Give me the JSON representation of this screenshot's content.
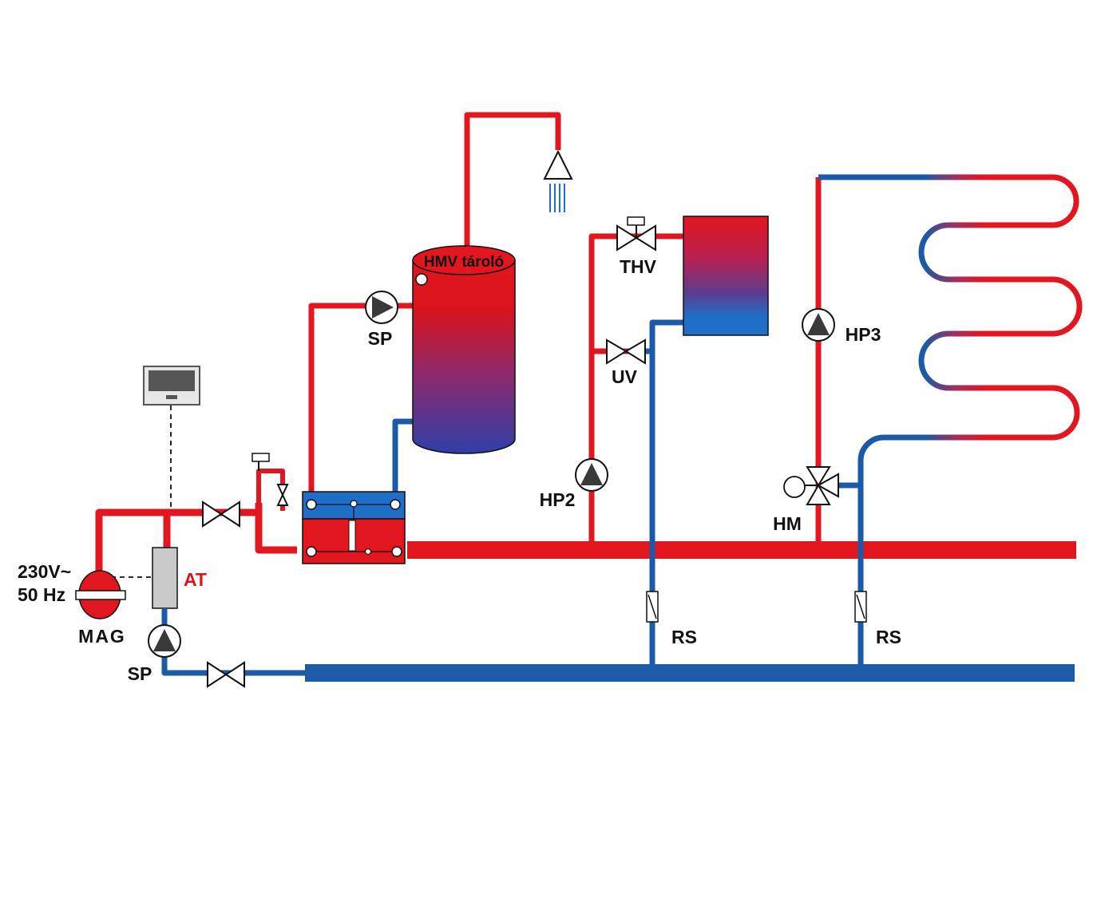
{
  "labels": {
    "tank": "HMV tároló",
    "sp_top": "SP",
    "sp_bottom": "SP",
    "thv": "THV",
    "uv": "UV",
    "hp2": "HP2",
    "hp3": "HP3",
    "hm": "HM",
    "at": "AT",
    "mag": "MAG",
    "rs_left": "RS",
    "rs_right": "RS",
    "power_line1": "230V~",
    "power_line2": "50 Hz"
  },
  "colors": {
    "hot": "#e2161e",
    "cold": "#1a5aa6",
    "at_label": "#d9141c"
  }
}
